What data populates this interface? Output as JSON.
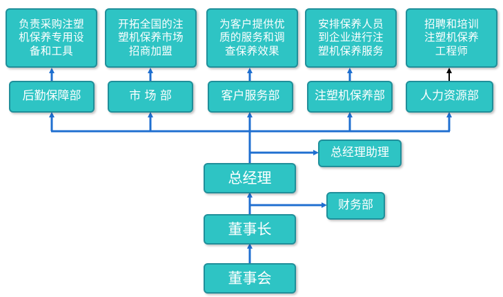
{
  "top_descriptions": [
    "负责采购注塑\n机保养专用设\n备和工具",
    "开拓全国的注\n塑机保养市场\n招商加盟",
    "为客户提供优\n质的服务和调\n查保养效果",
    "安排保养人员\n到企业进行注\n塑机保养服务",
    "招聘和培训\n注塑机保养\n工程师"
  ],
  "departments": [
    "后勤保障部",
    "市 场 部",
    "客户服务部",
    "注塑机保养部",
    "人力资源部"
  ],
  "general_manager": "总经理",
  "gm_assistant": "总经理助理",
  "chairman": "董事长",
  "finance": "财务部",
  "board": "董事会",
  "colors": {
    "box_fill": "#2ec4c4",
    "box_border": "#1f8f9a",
    "connector": "#1f6fd0",
    "accent_arrow": "#000000"
  }
}
